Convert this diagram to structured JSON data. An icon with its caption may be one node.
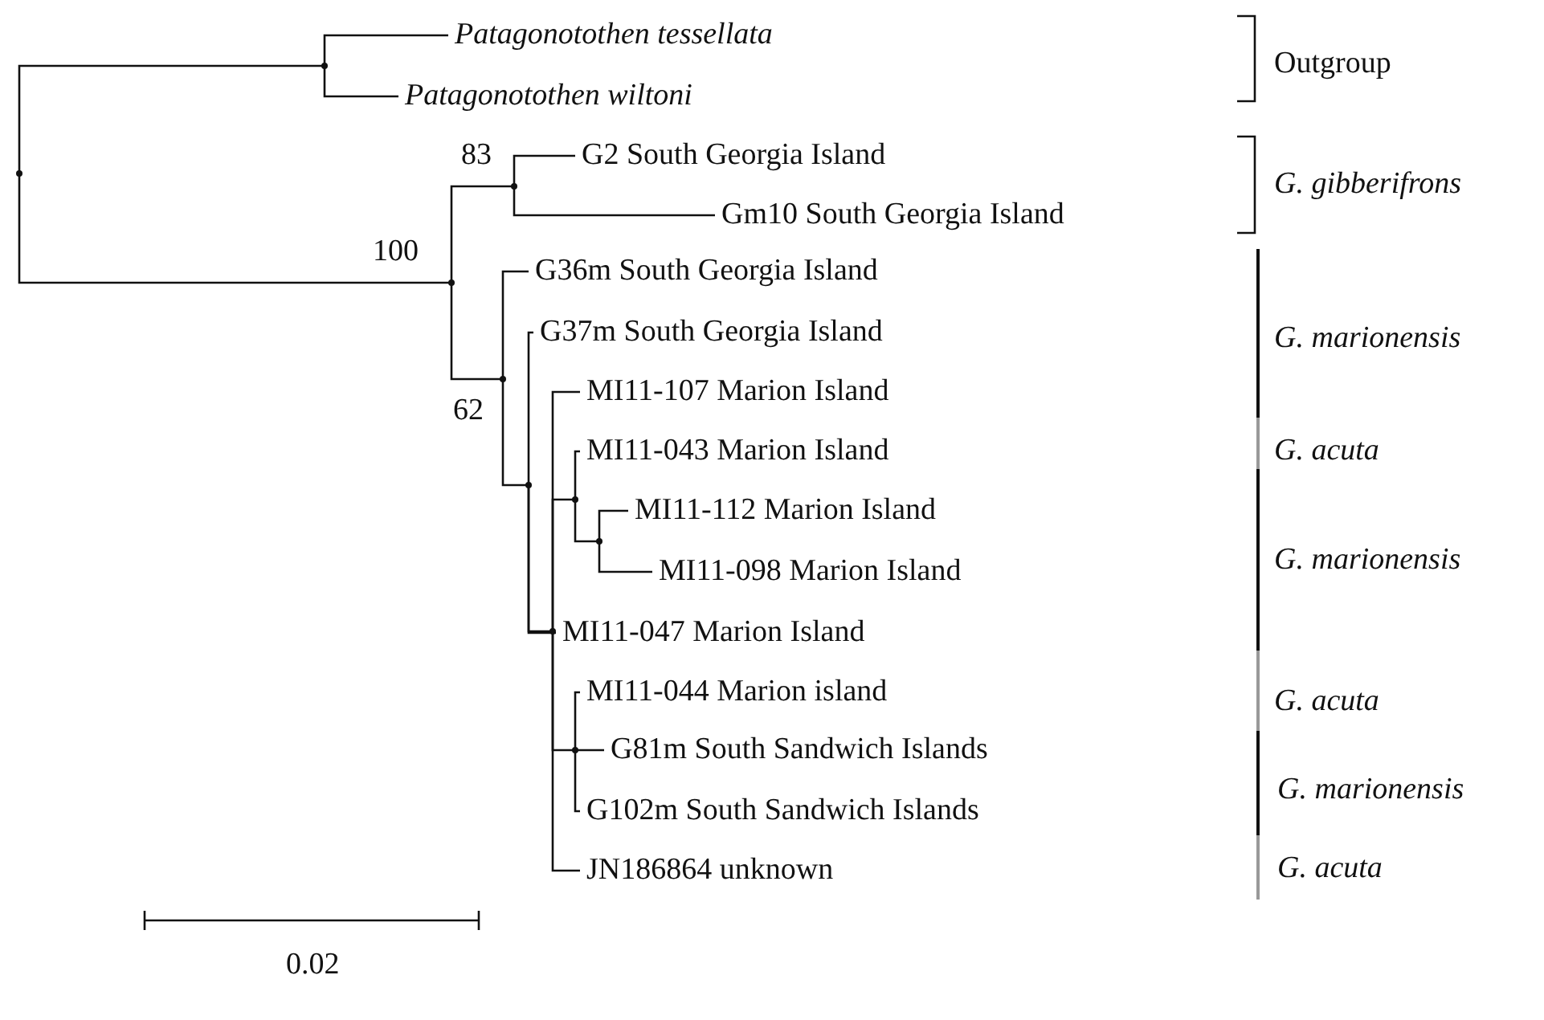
{
  "diagram": {
    "nodes": [
      {
        "text": [],
        "shape": "point"
      },
      {
        "text": [],
        "shape": "point"
      },
      {
        "text": [
          "Patagonotothen tessellata"
        ]
      },
      {
        "text": [
          "Patagonotothen wiltoni"
        ]
      },
      {
        "text": [],
        "shape": "point",
        "beside": [
          "100"
        ]
      },
      {
        "text": [],
        "shape": "point",
        "beside": [
          "83"
        ]
      },
      {
        "text": [
          "G2 South Georgia Island"
        ]
      },
      {
        "text": [
          "Gm10 South Georgia Island"
        ]
      },
      {
        "text": [],
        "shape": "point",
        "beside": [
          "62"
        ]
      },
      {
        "text": [
          "G36m South Georgia Island"
        ]
      },
      {
        "text": [],
        "shape": "point"
      },
      {
        "text": [
          "G37m South Georgia Island"
        ]
      },
      {
        "text": [],
        "shape": "point"
      },
      {
        "text": [
          "MI11-107 Marion Island"
        ]
      },
      {
        "text": [],
        "shape": "point"
      },
      {
        "text": [
          "MI11-043 Marion Island"
        ]
      },
      {
        "text": [],
        "shape": "point"
      },
      {
        "text": [
          "MI11-112 Marion Island"
        ]
      },
      {
        "text": [
          "MI11-098 Marion Island"
        ]
      },
      {
        "text": [
          "MI11-047 Marion Island"
        ]
      },
      {
        "text": [],
        "shape": "point"
      },
      {
        "text": [
          "MI11-044 Marion island"
        ]
      },
      {
        "text": [
          "G81m South Sandwich Islands"
        ]
      },
      {
        "text": [
          "G102m South Sandwich Islands"
        ]
      },
      {
        "text": [
          "JN186864 unknown"
        ]
      }
    ],
    "edges": [
      {
        "from": 0,
        "to": 1,
        "arrow": "none"
      },
      {
        "from": 1,
        "to": 2,
        "arrow": "none"
      },
      {
        "from": 1,
        "to": 3,
        "arrow": "none"
      },
      {
        "from": 0,
        "to": 4,
        "arrow": "none"
      },
      {
        "from": 4,
        "to": 5,
        "arrow": "none"
      },
      {
        "from": 5,
        "to": 6,
        "arrow": "none"
      },
      {
        "from": 5,
        "to": 7,
        "arrow": "none"
      },
      {
        "from": 4,
        "to": 8,
        "arrow": "none"
      },
      {
        "from": 8,
        "to": 9,
        "arrow": "none"
      },
      {
        "from": 8,
        "to": 10,
        "arrow": "none"
      },
      {
        "from": 10,
        "to": 11,
        "arrow": "none"
      },
      {
        "from": 10,
        "to": 12,
        "arrow": "none"
      },
      {
        "from": 12,
        "to": 13,
        "arrow": "none"
      },
      {
        "from": 12,
        "to": 14,
        "arrow": "none"
      },
      {
        "from": 14,
        "to": 15,
        "arrow": "none"
      },
      {
        "from": 14,
        "to": 16,
        "arrow": "none"
      },
      {
        "from": 16,
        "to": 17,
        "arrow": "none"
      },
      {
        "from": 16,
        "to": 18,
        "arrow": "none"
      },
      {
        "from": 10,
        "to": 19,
        "arrow": "none"
      },
      {
        "from": 12,
        "to": 20,
        "arrow": "none"
      },
      {
        "from": 20,
        "to": 21,
        "arrow": "none"
      },
      {
        "from": 20,
        "to": 22,
        "arrow": "none"
      },
      {
        "from": 20,
        "to": 23,
        "arrow": "none"
      },
      {
        "from": 12,
        "to": 24,
        "arrow": "none"
      }
    ],
    "labels": [
      "Outgroup",
      "G. gibberifrons",
      "G. marionensis",
      "G. acuta",
      "G. marionensis",
      "G. acuta",
      "G. marionensis",
      "G. acuta",
      "0.02"
    ]
  }
}
